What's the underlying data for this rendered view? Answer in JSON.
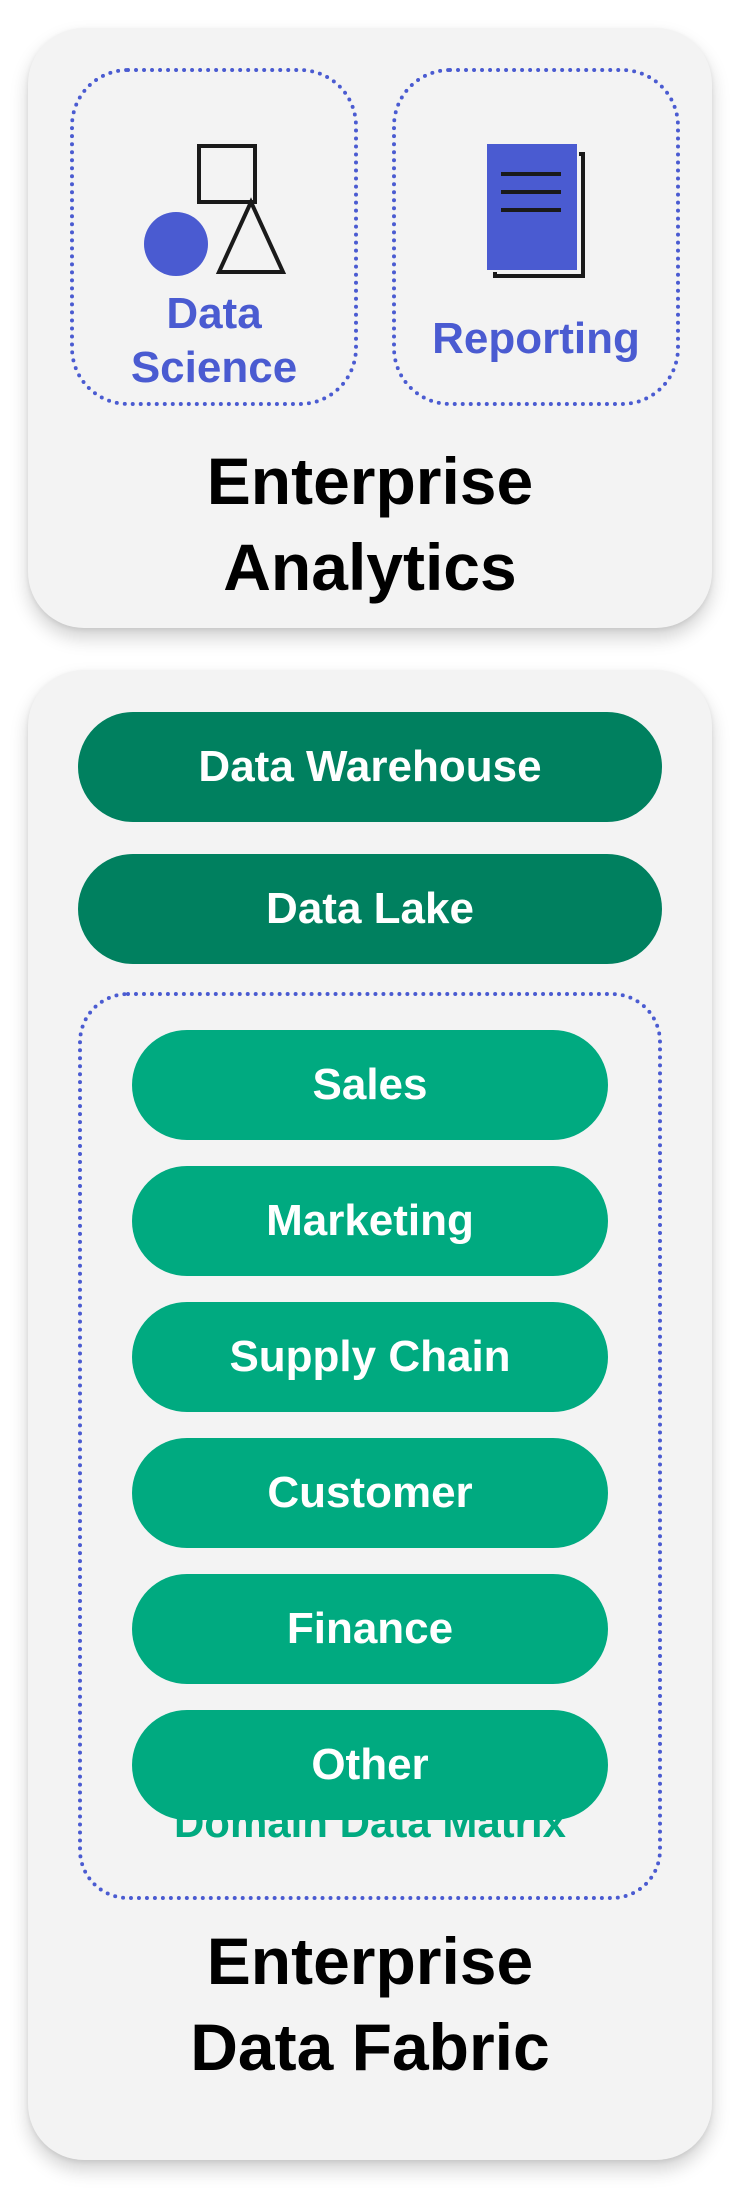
{
  "enterprise_analytics": {
    "title_line1": "Enterprise",
    "title_line2": "Analytics",
    "data_science": {
      "label_line1": "Data",
      "label_line2": "Science",
      "icon": "shapes-icon"
    },
    "reporting": {
      "label": "Reporting",
      "icon": "document-icon"
    }
  },
  "enterprise_data_fabric": {
    "title_line1": "Enterprise",
    "title_line2": "Data Fabric",
    "data_warehouse": "Data Warehouse",
    "data_lake": "Data Lake",
    "domain_matrix": {
      "label": "Domain Data Matrix",
      "domains": [
        "Sales",
        "Marketing",
        "Supply Chain",
        "Customer",
        "Finance",
        "Other"
      ]
    }
  },
  "colors": {
    "panel_background": "#f3f3f3",
    "accent_blue": "#4a5bd1",
    "dark_green": "#00805f",
    "light_green": "#00aa80",
    "title_text": "#000000"
  }
}
